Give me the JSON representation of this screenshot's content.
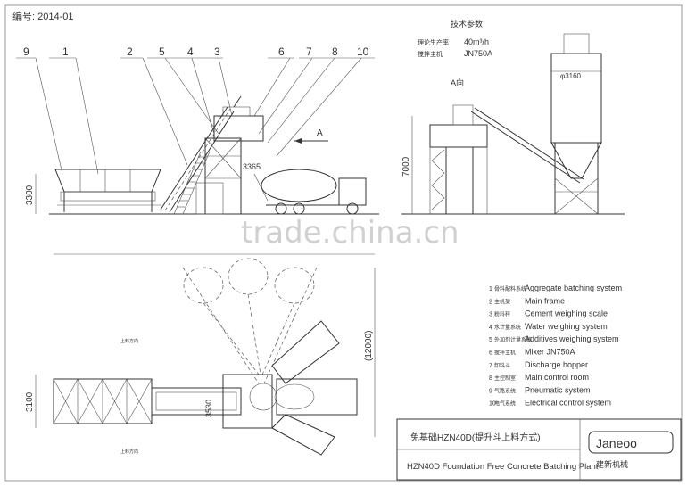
{
  "drawing_no": "编号: 2014-01",
  "callouts": [
    "9",
    "1",
    "2",
    "5",
    "4",
    "3",
    "6",
    "7",
    "8",
    "10"
  ],
  "elevation": {
    "height_label": "3300",
    "small_label": "3365",
    "direction_label": "A"
  },
  "side_view": {
    "title": "A向",
    "height_label": "7000",
    "diameter_label": "φ3160"
  },
  "tech_params": {
    "heading": "技术参数",
    "rows": [
      {
        "name": "理论生产率",
        "value": "40m³/h"
      },
      {
        "name": "搅拌主机",
        "value": "JN750A"
      }
    ]
  },
  "plan": {
    "width_label": "3100",
    "length_label": "(12000)",
    "inner_label": "3530",
    "small_labels": [
      "上料方向",
      "上料方向"
    ]
  },
  "legend": [
    {
      "no": "1",
      "cn": "骨料配料系统",
      "en": "Aggregate batching system"
    },
    {
      "no": "2",
      "cn": "主机架",
      "en": "Main frame"
    },
    {
      "no": "3",
      "cn": "粉料秤",
      "en": "Cement weighing scale"
    },
    {
      "no": "4",
      "cn": "水计量系统",
      "en": "Water weighing system"
    },
    {
      "no": "5",
      "cn": "外加剂计量系统",
      "en": "Additives weighing system"
    },
    {
      "no": "6",
      "cn": "搅拌主机",
      "en": "Mixer JN750A"
    },
    {
      "no": "7",
      "cn": "卸料斗",
      "en": "Discharge hopper"
    },
    {
      "no": "8",
      "cn": "主控制室",
      "en": "Main control room"
    },
    {
      "no": "9",
      "cn": "气路系统",
      "en": "Pneumatic system"
    },
    {
      "no": "10",
      "cn": "电气系统",
      "en": "Electrical control system"
    }
  ],
  "title_block": {
    "cn": "免基础HZN40D(提升斗上料方式)",
    "en": "HZN40D Foundation Free Concrete Batching Plant",
    "logo": "Janeoo",
    "logo_sub": "建新机械"
  },
  "watermark": "trade.china.cn"
}
